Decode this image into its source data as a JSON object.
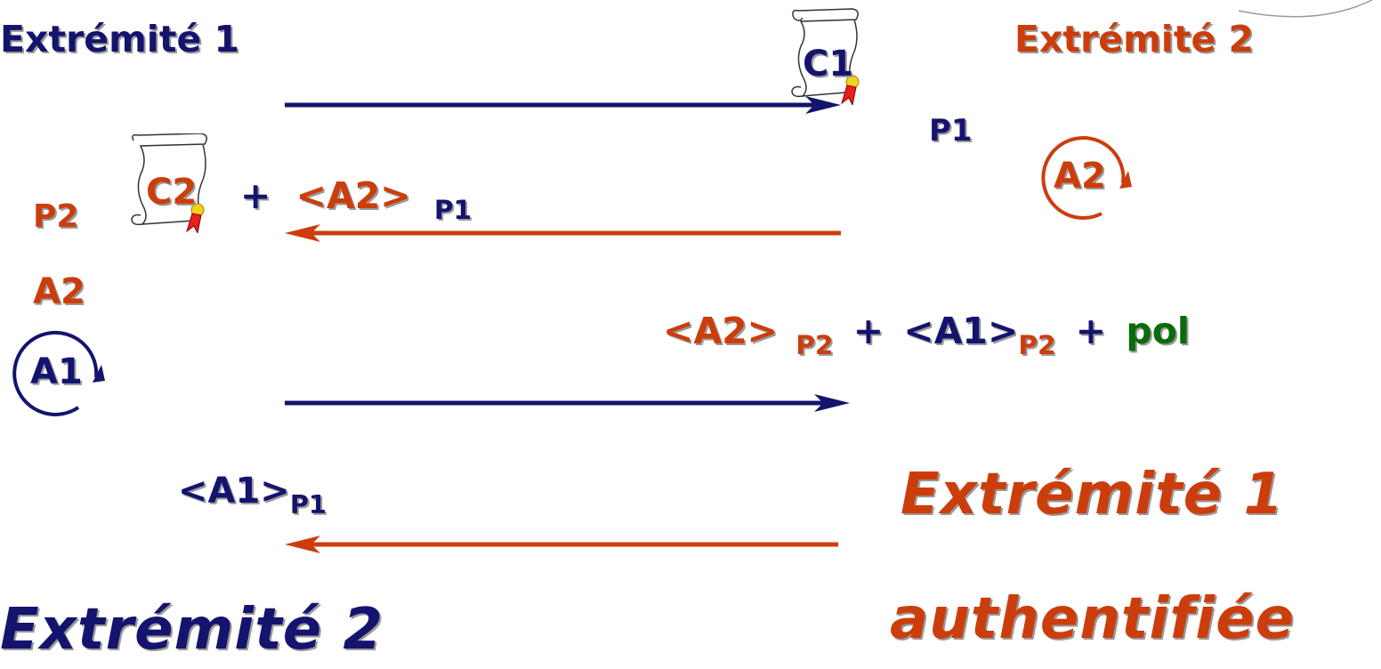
{
  "headers": {
    "endpoint1": "Extrémité 1",
    "endpoint2": "Extrémité 2"
  },
  "certificates": {
    "c1": "C1",
    "c2": "C2"
  },
  "messages": {
    "msg2": {
      "plus": "+",
      "token": "<A2>",
      "key": "P1"
    },
    "msg3": {
      "token1": "<A2>",
      "key1": "P2",
      "plus1": "+",
      "token2": "<A1>",
      "key2": "P2",
      "plus2": "+",
      "policy": "pol"
    },
    "msg4": {
      "token": "<A1>",
      "key": "P1"
    }
  },
  "labels": {
    "p1_right": "P1",
    "p2_left": "P2",
    "a2_left": "A2",
    "a1_circle": "A1",
    "a2_circle": "A2"
  },
  "results": {
    "endpoint1_line1": "Extrémité 1",
    "endpoint1_line2": "authentifiée",
    "endpoint2": "Extrémité 2"
  },
  "colors": {
    "navy": "#14146e",
    "orange": "#cc3d0c",
    "green": "#0a6b0a"
  }
}
